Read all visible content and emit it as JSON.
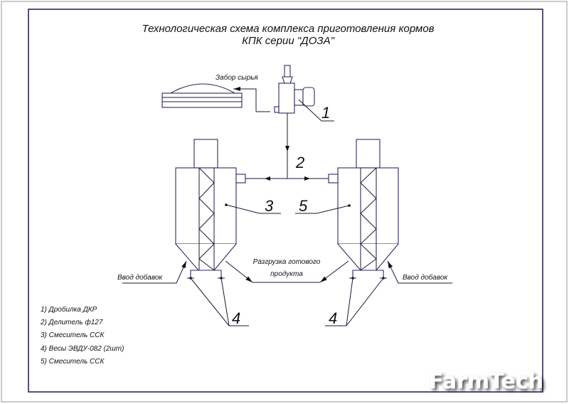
{
  "title": {
    "line1": "Технологическая схема комплекса приготовления кормов",
    "line2": "КПК    серии \"ДОЗА\""
  },
  "labels": {
    "raw_intake": "Забор сырья",
    "additives_left": "Ввод добавок",
    "additives_right": "Ввод добавок",
    "discharge_line1": "Разгрузка готового",
    "discharge_line2": "продукта"
  },
  "callouts": {
    "c1": "1",
    "c2": "2",
    "c3": "3",
    "c4_left": "4",
    "c4_right": "4",
    "c5": "5"
  },
  "legend": [
    "1) Дробилка ДКР",
    "2) Делитель ф127",
    "3) Смеситель ССК",
    "4) Весы ЭВДУ-082 (2шт)",
    "5) Смеситель ССК"
  ],
  "watermark": "FarmTech",
  "colors": {
    "frame": "#1a1a4a",
    "line": "#1a1a3a"
  }
}
